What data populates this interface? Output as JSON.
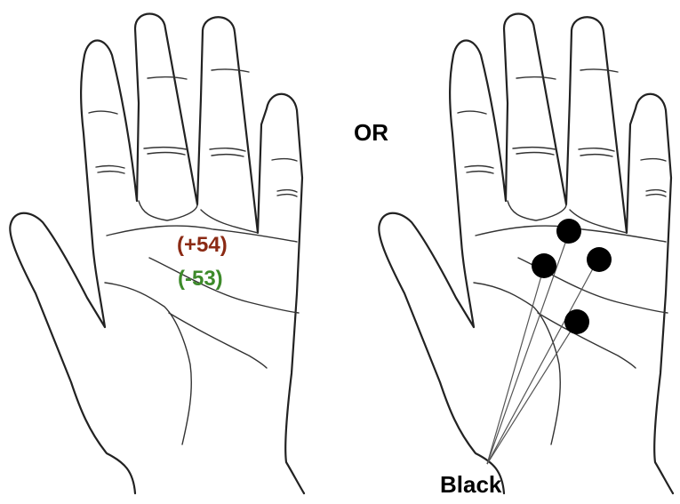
{
  "left_hand": {
    "value_positive": "(+54)",
    "value_negative": "(-53)",
    "colors": {
      "positive": "#8b2a14",
      "negative": "#3d8a2a"
    }
  },
  "separator": {
    "text": "OR"
  },
  "right_hand": {
    "marker_label": "Black",
    "marker_count": 4,
    "marker_color": "#000000"
  }
}
